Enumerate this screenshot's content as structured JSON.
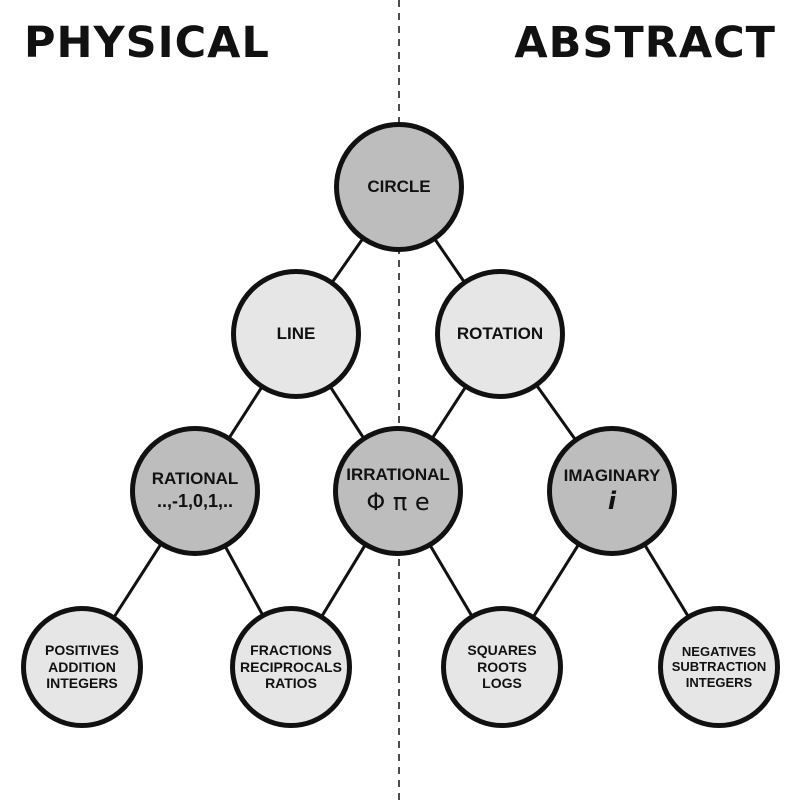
{
  "headings": {
    "left": "PHYSICAL",
    "right": "ABSTRACT"
  },
  "nodes": {
    "circle": {
      "label": "CIRCLE"
    },
    "line": {
      "label": "LINE"
    },
    "rotation": {
      "label": "ROTATION"
    },
    "rational": {
      "label": "RATIONAL",
      "values": "..,-1,0,1,.."
    },
    "irrational": {
      "label": "IRRATIONAL",
      "symbols": "Φ π e"
    },
    "imaginary": {
      "label": "IMAGINARY",
      "symbol": "i"
    },
    "positives": {
      "lines": [
        "POSITIVES",
        "ADDITION",
        "INTEGERS"
      ]
    },
    "fractions": {
      "lines": [
        "FRACTIONS",
        "RECIPROCALS",
        "RATIOS"
      ]
    },
    "squares": {
      "lines": [
        "SQUARES",
        "ROOTS",
        "LOGS"
      ]
    },
    "negatives": {
      "lines": [
        "NEGATIVES",
        "SUBTRACTION",
        "INTEGERS"
      ]
    }
  },
  "colors": {
    "dark_node": "#bdbdbd",
    "light_node": "#e6e6e6",
    "outline": "#111111"
  }
}
